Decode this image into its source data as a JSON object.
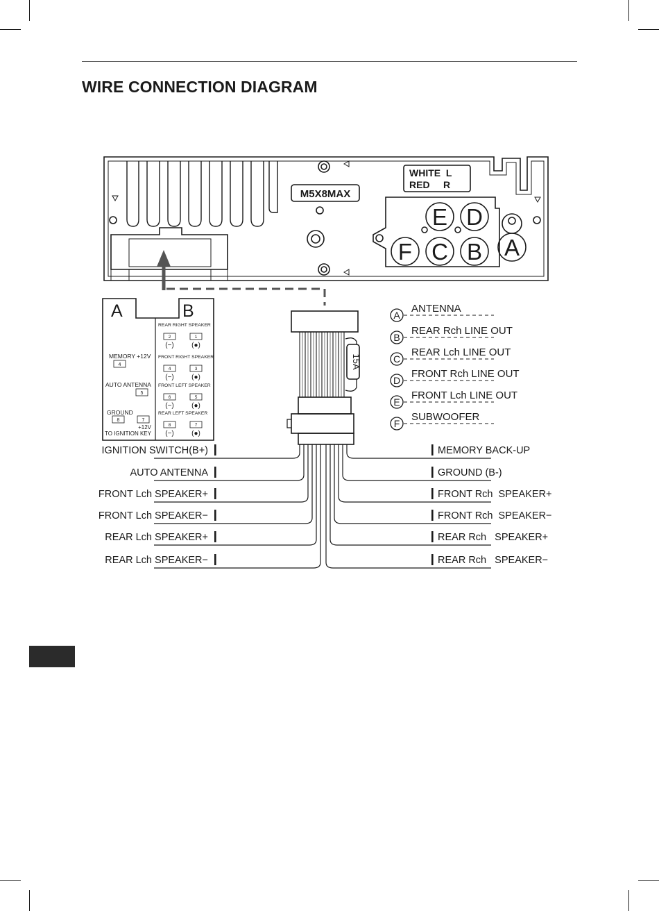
{
  "title": "WIRE CONNECTION DIAGRAM",
  "unit": {
    "model": "M5X8MAX",
    "rca_legend": {
      "line1": "WHITE  L",
      "line2": "RED     R"
    },
    "sockets": [
      "E",
      "D",
      "F",
      "C",
      "B",
      "A"
    ]
  },
  "iso": {
    "block_a": "A",
    "block_b": "B",
    "a_labels": {
      "memory": "MEMORY +12V",
      "memory_pin": "4",
      "auto_antenna": "AUTO ANTENNA",
      "auto_antenna_pin": "5",
      "ground": "GROUND",
      "ground_pin": "8",
      "ign_pin": "7",
      "ign_label1": "+12V",
      "ign_label2": "TO IGNITION KEY"
    },
    "b_groups": [
      {
        "name": "REAR RIGHT SPEAKER",
        "pin_neg": "2",
        "pin_pos": "1"
      },
      {
        "name": "FRONT RIGHT SPEAKER",
        "pin_neg": "4",
        "pin_pos": "3"
      },
      {
        "name": "FRONT LEFT SPEAKER",
        "pin_neg": "6",
        "pin_pos": "5"
      },
      {
        "name": "REAR LEFT SPEAKER",
        "pin_neg": "8",
        "pin_pos": "7"
      }
    ],
    "neg_symbol": "(−)",
    "pos_symbol": "(●)"
  },
  "fuse": "15A",
  "rca_outputs": [
    {
      "letter": "A",
      "label": "ANTENNA"
    },
    {
      "letter": "B",
      "label": "REAR Rch LINE OUT"
    },
    {
      "letter": "C",
      "label": "REAR Lch LINE OUT"
    },
    {
      "letter": "D",
      "label": "FRONT Rch LINE OUT"
    },
    {
      "letter": "E",
      "label": "FRONT Lch LINE OUT"
    },
    {
      "letter": "F",
      "label": "SUBWOOFER"
    }
  ],
  "left_wires": [
    "IGNITION SWITCH(B+)",
    "AUTO ANTENNA",
    "FRONT Lch SPEAKER+",
    "FRONT Lch SPEAKER−",
    "REAR Lch SPEAKER+",
    "REAR Lch SPEAKER−"
  ],
  "right_wires": [
    "MEMORY BACK-UP",
    "GROUND (B-)",
    "FRONT Rch  SPEAKER+",
    "FRONT Rch  SPEAKER−",
    "REAR Rch   SPEAKER+",
    "REAR Rch   SPEAKER−"
  ]
}
